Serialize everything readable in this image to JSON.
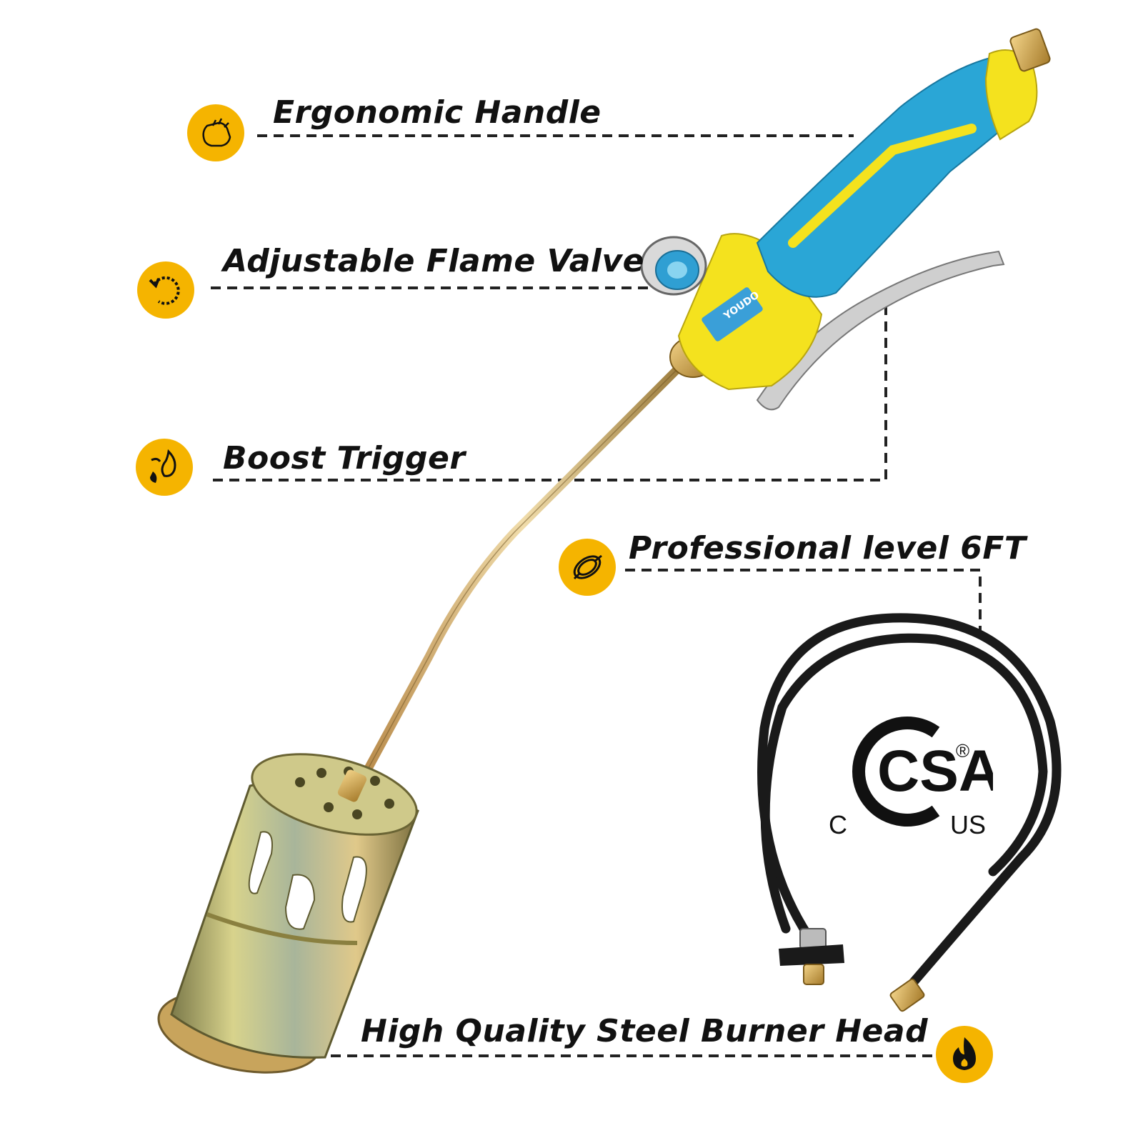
{
  "colors": {
    "badge": "#f5b400",
    "handle_blue": "#2aa6d6",
    "handle_yellow": "#f4e21e",
    "brass": "#c9a24a",
    "hose": "#1a1a1a",
    "steel": "#b9b27a"
  },
  "callouts": {
    "handle": {
      "label": "Ergonomic  Handle",
      "icon": "hand-icon"
    },
    "valve": {
      "label": "Adjustable Flame Valve",
      "icon": "rotate-icon"
    },
    "trigger": {
      "label": "Boost Trigger",
      "icon": "flame-boost-icon"
    },
    "hose": {
      "label": "Professional level 6FT",
      "icon": "coiled-hose-icon"
    },
    "burner": {
      "label": "High Quality Steel Burner Head",
      "icon": "fire-icon"
    }
  },
  "product": {
    "brand": "YOUDO"
  },
  "certification": {
    "logo_text": "CSA",
    "registered": "®",
    "left": "C",
    "right": "US"
  }
}
